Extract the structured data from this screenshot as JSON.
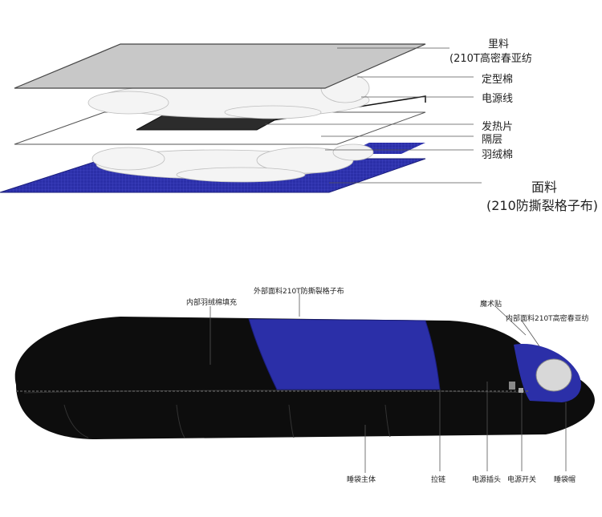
{
  "layers": {
    "lining_title": "里料",
    "lining_spec": "(210T高密春亚纺",
    "shaped_cotton": "定型棉",
    "power_cord": "电源线",
    "heating_pad": "发热片",
    "separator": "隔层",
    "down_cotton": "羽绒棉",
    "shell_title": "面料",
    "shell_spec": "(210防撕裂格子布)"
  },
  "bag": {
    "inner_fill": "内部羽绒棉填充",
    "outer_shell": "外部面料210T防撕裂格子布",
    "velcro": "魔术贴",
    "inner_lining": "内部面料210T高密春亚纺",
    "body": "睡袋主体",
    "zipper": "拉链",
    "plug": "电源插头",
    "switch": "电源开关",
    "hood": "睡袋帽"
  },
  "colors": {
    "blue_fabric": "#2b2fa8",
    "black_fabric": "#0d0d0d",
    "gray_lining": "#c8c8c8"
  }
}
